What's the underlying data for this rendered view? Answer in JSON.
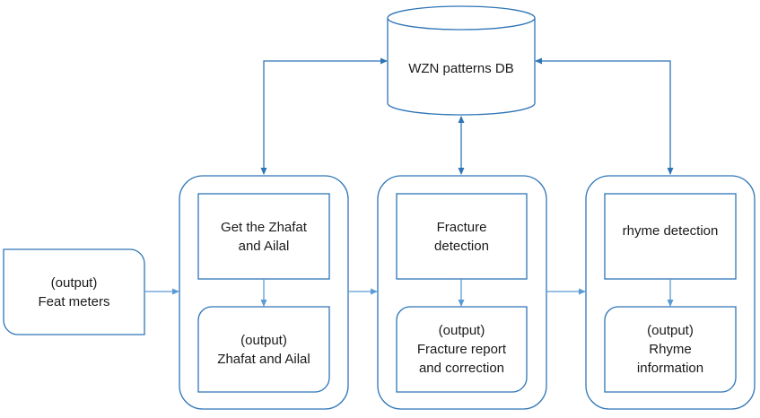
{
  "colors": {
    "stroke": "#2E75B6",
    "connector": "#5B9BD5",
    "fill": "#ffffff",
    "text": "#1a1a1a"
  },
  "database": {
    "label": "WZN patterns DB"
  },
  "input_box": {
    "label": "(output)\nFeat meters"
  },
  "modules": [
    {
      "process": "Get the Zhafat\nand Ailal",
      "output": "(output)\nZhafat and Ailal"
    },
    {
      "process": "Fracture\ndetection",
      "output": "(output)\nFracture report\nand correction"
    },
    {
      "process": "rhyme detection",
      "output": "(output)\nRhyme\ninformation"
    }
  ]
}
